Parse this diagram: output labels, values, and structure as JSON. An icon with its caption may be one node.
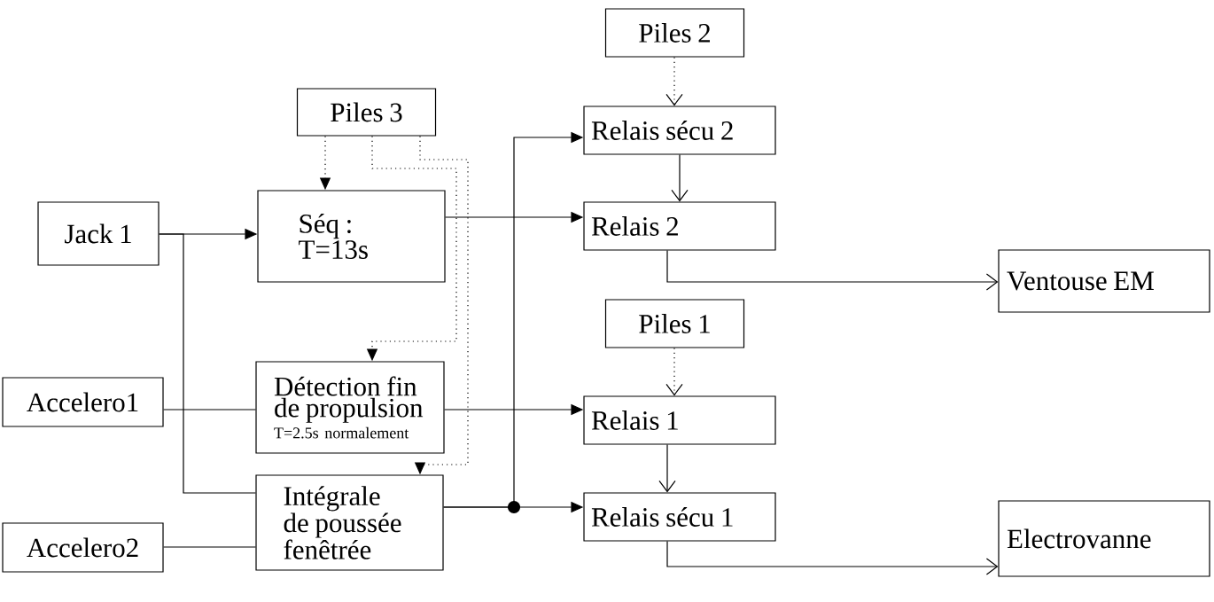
{
  "diagram": {
    "nodes": [
      {
        "text": [
          "Piles 2"
        ]
      },
      {
        "text": [
          "Piles 3"
        ]
      },
      {
        "text": [
          "Jack 1"
        ]
      },
      {
        "text": [
          "Séq : T=13s"
        ]
      },
      {
        "text": [
          "Relais sécu 2"
        ]
      },
      {
        "text": [
          "Relais 2"
        ]
      },
      {
        "text": [
          "Ventouse EM"
        ]
      },
      {
        "text": [
          "Piles 1"
        ]
      },
      {
        "text": [
          "Accelero1"
        ]
      },
      {
        "text": [
          "Détection fin de propulsion",
          "T=2.5s normalement"
        ]
      },
      {
        "text": [
          "Relais 1"
        ]
      },
      {
        "text": [
          "Intégrale de poussée fenêtrée"
        ]
      },
      {
        "text": [
          "Relais sécu 1"
        ]
      },
      {
        "text": [
          "Accelero2"
        ]
      },
      {
        "text": [
          "Electrovanne"
        ]
      }
    ],
    "edges": [
      {
        "from": 0,
        "to": 4,
        "arrow": "to",
        "style": "dashed"
      },
      {
        "from": 1,
        "to": 3,
        "arrow": "to",
        "style": "dashed"
      },
      {
        "from": 1,
        "to": 9,
        "arrow": "to",
        "style": "dashed"
      },
      {
        "from": 1,
        "to": 11,
        "arrow": "to",
        "style": "dashed"
      },
      {
        "from": 2,
        "to": 3,
        "arrow": "to"
      },
      {
        "from": 2,
        "to": 11,
        "arrow": "none"
      },
      {
        "from": 8,
        "to": 9,
        "arrow": "none"
      },
      {
        "from": 13,
        "to": 11,
        "arrow": "none"
      },
      {
        "from": 3,
        "to": 5,
        "arrow": "to"
      },
      {
        "from": 9,
        "to": 10,
        "arrow": "to"
      },
      {
        "from": 11,
        "to": 12,
        "arrow": "to"
      },
      {
        "from": 11,
        "to": 4,
        "arrow": "to"
      },
      {
        "from": 4,
        "to": 5,
        "arrow": "to"
      },
      {
        "from": 5,
        "to": 6,
        "arrow": "to"
      },
      {
        "from": 7,
        "to": 10,
        "arrow": "to",
        "style": "dashed"
      },
      {
        "from": 10,
        "to": 12,
        "arrow": "to"
      },
      {
        "from": 12,
        "to": 14,
        "arrow": "to"
      }
    ]
  }
}
